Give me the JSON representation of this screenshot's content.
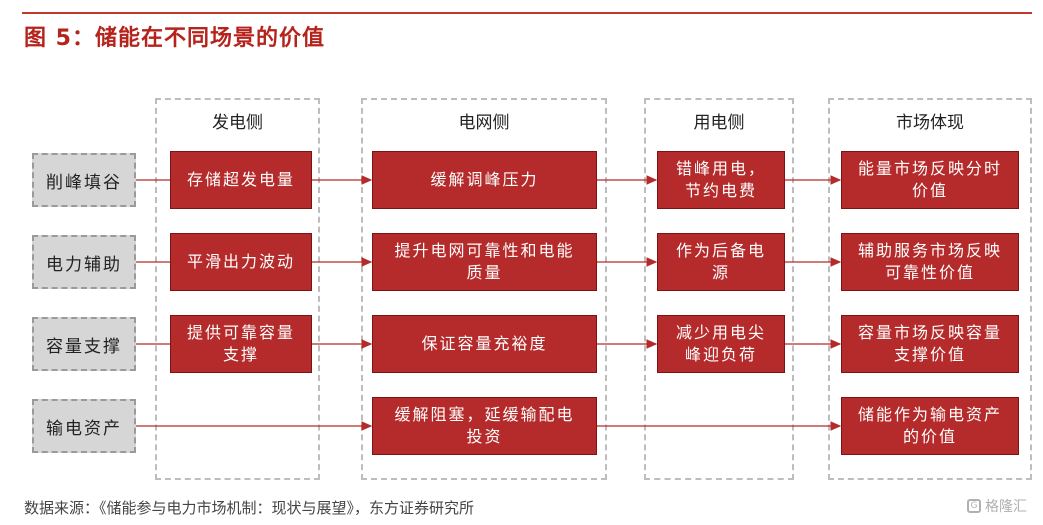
{
  "title": "图 5：储能在不同场景的价值",
  "columns": [
    "发电侧",
    "电网侧",
    "用电侧",
    "市场体现"
  ],
  "rows": [
    {
      "label": "削峰填谷",
      "cells": [
        "存储超发电量",
        "缓解调峰压力",
        "错峰用电，\n节约电费",
        "能量市场反映分时\n价值"
      ]
    },
    {
      "label": "电力辅助",
      "cells": [
        "平滑出力波动",
        "提升电网可靠性和电能\n质量",
        "作为后备电\n源",
        "辅助服务市场反映\n可靠性价值"
      ]
    },
    {
      "label": "容量支撑",
      "cells": [
        "提供可靠容量\n支撑",
        "保证容量充裕度",
        "减少用电尖\n峰迎负荷",
        "容量市场反映容量\n支撑价值"
      ]
    },
    {
      "label": "输电资产",
      "cells": [
        "",
        "缓解阻塞，延缓输配电\n投资",
        "",
        "储能作为输电资产\n的价值"
      ]
    }
  ],
  "source": "数据来源：《储能参与电力市场机制：现状与展望》，东方证券研究所",
  "watermark": "格隆汇",
  "colors": {
    "accent": "#b52a2a",
    "title": "#b5231c",
    "arrow": "#b52a2a"
  }
}
